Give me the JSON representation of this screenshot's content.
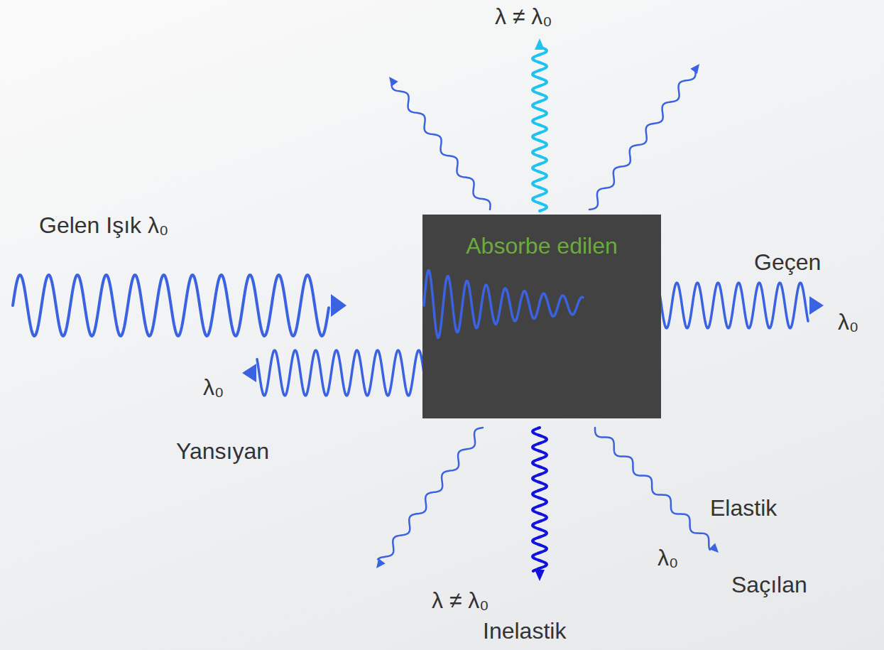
{
  "diagram": {
    "nodes": [
      {
        "text": [
          "Absorbe edilen"
        ]
      }
    ],
    "labels": [
      "λ ≠ λ₀",
      "Gelen Işık λ₀",
      "Geçen",
      "λ₀",
      "λ₀",
      "Yansıyan",
      "Elastik",
      "λ₀",
      "Saçılan",
      "λ ≠ λ₀",
      "Inelastik"
    ]
  }
}
